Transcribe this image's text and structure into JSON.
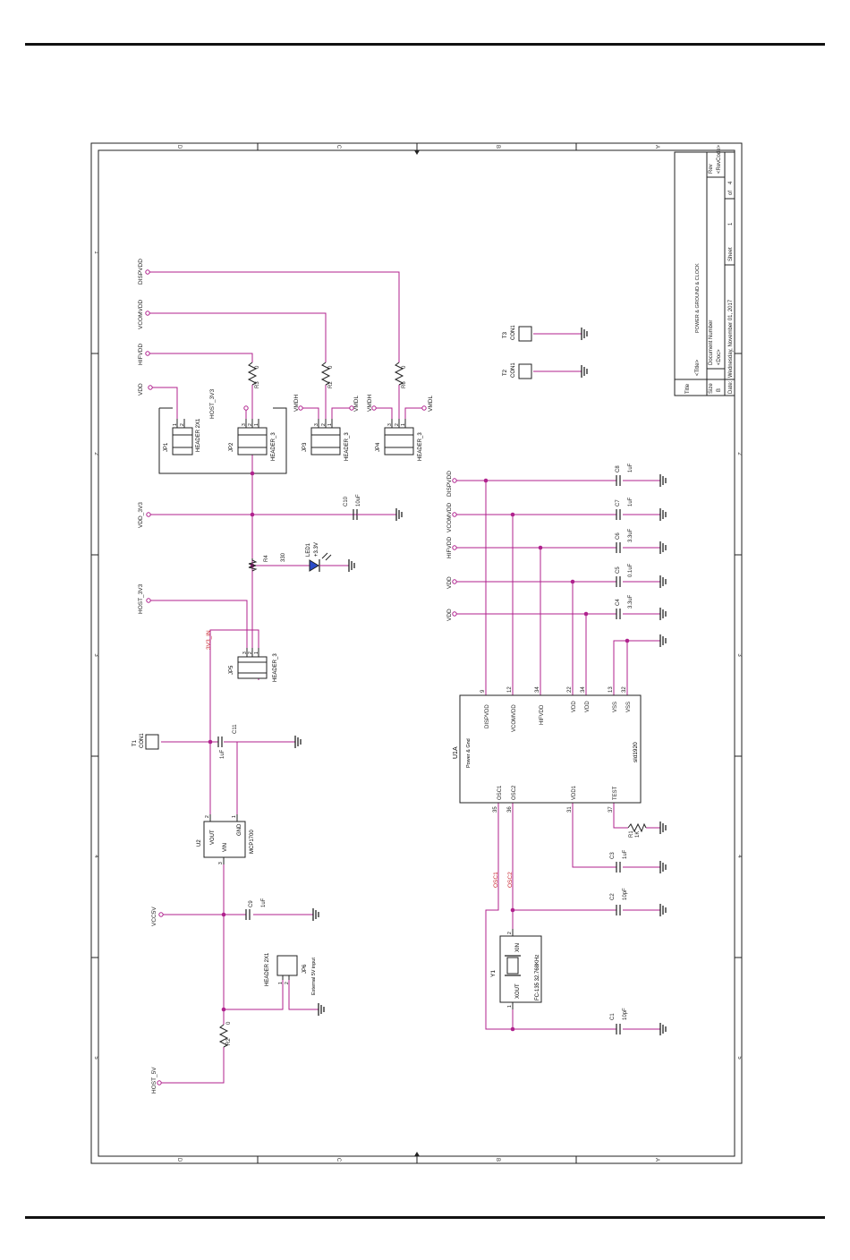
{
  "title_block": {
    "title_label": "Title",
    "title_value": "POWER & GROUND & CLOCK",
    "title_placeholder": "<Title>",
    "size_label": "Size",
    "size_value": "B",
    "docnum_label": "Document Number",
    "docnum_value": "<Doc>",
    "rev_label": "Rev",
    "rev_value": "<RevCode>",
    "date_label": "Date:",
    "date_value": "Wednesday, November 01, 2017",
    "sheet_label": "Sheet",
    "sheet_value": "1",
    "of_label": "of",
    "of_value": "4"
  },
  "frame": {
    "zone_letters": [
      "D",
      "C",
      "B",
      "A"
    ],
    "zone_numbers": [
      "1",
      "2",
      "3",
      "4",
      "5"
    ]
  },
  "nets": {
    "dispvdd": "DISPVDD",
    "vcomvdd": "VCOMVDD",
    "hifvdd": "HIFVDD",
    "vdd": "VDD",
    "host_3v3": "HOST_3V3",
    "vdd_3v3": "VDD_3V3",
    "host_3v3b": "HOST_3V3",
    "v3v3_in": "3V3_IN",
    "vcc5v": "VCC5V",
    "host_5v": "HOST_5V",
    "vmdh": "VMDH",
    "vmdl": "VMDL",
    "osc1": "OSC1",
    "osc2": "OSC2"
  },
  "components": {
    "jp1": {
      "ref": "JP1",
      "value": "HEADER 2X1"
    },
    "jp2": {
      "ref": "JP2",
      "value": "HEADER_3"
    },
    "jp3": {
      "ref": "JP3",
      "value": "HEADER_3"
    },
    "jp4": {
      "ref": "JP4",
      "value": "HEADER_3"
    },
    "jp5": {
      "ref": "JP5",
      "value": "HEADER_3"
    },
    "jp6": {
      "ref": "JP6",
      "value": "HEADER 2X1",
      "note": "External 5V input"
    },
    "r3": {
      "ref": "R3",
      "value": "0"
    },
    "r2": {
      "ref": "R2",
      "value": "0"
    },
    "r6": {
      "ref": "R6",
      "value": "0"
    },
    "r4": {
      "ref": "R4",
      "value": "330"
    },
    "r5": {
      "ref": "R2",
      "value": "0"
    },
    "r1": {
      "ref": "R1",
      "value": "1K"
    },
    "c10": {
      "ref": "C10",
      "value": "10uF"
    },
    "c11": {
      "ref": "C11",
      "value": "1uF"
    },
    "c9": {
      "ref": "C9",
      "value": "1uF"
    },
    "c8": {
      "ref": "C8",
      "value": "1uF"
    },
    "c7": {
      "ref": "C7",
      "value": "1uF"
    },
    "c6": {
      "ref": "C6",
      "value": "3.3uF"
    },
    "c5": {
      "ref": "C5",
      "value": "0.1uF"
    },
    "c4": {
      "ref": "C4",
      "value": "3.3uF"
    },
    "c3": {
      "ref": "C3",
      "value": "1uF"
    },
    "c2": {
      "ref": "C2",
      "value": "10pF"
    },
    "c1": {
      "ref": "C1",
      "value": "10pF"
    },
    "led1": {
      "ref": "LED1",
      "value": "+3.3V"
    },
    "t1": {
      "ref": "T1",
      "value": "CON1"
    },
    "t2": {
      "ref": "T2",
      "value": "CON1"
    },
    "t3": {
      "ref": "T3",
      "value": "CON1"
    },
    "u2": {
      "ref": "U2",
      "value": "MCP1700",
      "pin_vout": "VOUT",
      "pin_vin": "VIN",
      "pin_gnd": "GND"
    },
    "u1a": {
      "ref": "U1A",
      "subtitle": "Power & Gnd",
      "value": "sld1920"
    },
    "y1": {
      "ref": "Y1",
      "value": "FC-135 32.768KHz",
      "pin_xout": "XOUT",
      "pin_xin": "XIN"
    }
  },
  "u1_pins_top": [
    {
      "name": "DISPVDD",
      "num": "9"
    },
    {
      "name": "VCOMVDD",
      "num": "12"
    },
    {
      "name": "HIFVDD",
      "num": "34"
    },
    {
      "name": "VDD",
      "num": "22"
    },
    {
      "name": "VDD",
      "num": "34"
    },
    {
      "name": "VSS",
      "num": "13"
    },
    {
      "name": "VSS",
      "num": "32"
    }
  ],
  "u1_pins_bottom": [
    {
      "name": "OSC1",
      "num": "35"
    },
    {
      "name": "OSC2",
      "num": "36"
    },
    {
      "name": "VDD1",
      "num": "31"
    },
    {
      "name": "TEST",
      "num": "37"
    }
  ],
  "pin_numbers": {
    "one": "1",
    "two": "2",
    "three": "3"
  }
}
